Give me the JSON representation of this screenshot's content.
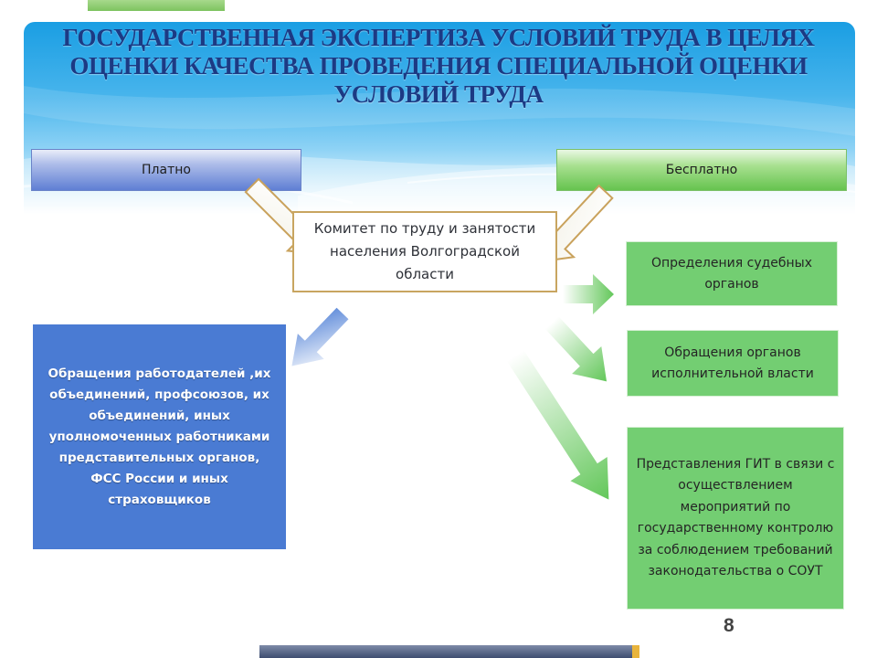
{
  "slide": {
    "title": "ГОСУДАРСТВЕННАЯ ЭКСПЕРТИЗА УСЛОВИЙ ТРУДА В ЦЕЛЯХ ОЦЕНКИ КАЧЕСТВА ПРОВЕДЕНИЯ СПЕЦИАЛЬНОЙ ОЦЕНКИ УСЛОВИЙ ТРУДА",
    "page_number": "8"
  },
  "diagram": {
    "paid_label": "Платно",
    "free_label": "Бесплатно",
    "center_label": "Комитет по труду и занятости населения Волгоградской области",
    "paid_sources": "Обращения работодателей ,их объединений, профсоюзов, их объединений, иных уполномоченных работниками представительных органов, ФСС России и иных страховщиков",
    "free_sources": [
      "Определения судебных органов",
      "Обращения органов исполнительной власти",
      "Представления ГИТ в связи с осуществлением мероприятий по государственному контролю за соблюдением требований законодательства о СОУТ"
    ]
  },
  "colors": {
    "title": "#1c3a84",
    "paid": "#5f7fd4",
    "free": "#66c34f",
    "blue_box": "#4a7bd3",
    "green_box": "#73ce72",
    "committee_border": "#c8a560"
  }
}
